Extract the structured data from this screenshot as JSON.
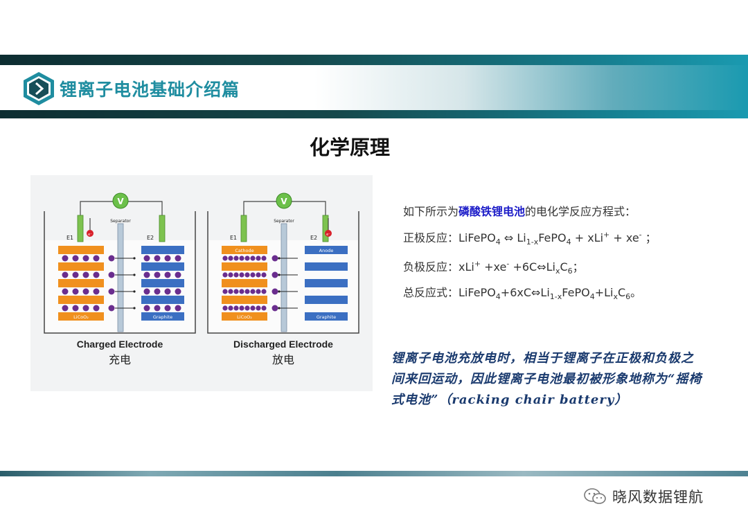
{
  "header": {
    "title": "锂离子电池基础介绍篇",
    "icon": "chevron-right-icon"
  },
  "subtitle": "化学原理",
  "diagram": {
    "charged": {
      "caption_en": "Charged Electrode",
      "caption_zh": "充电",
      "left_label": "E1",
      "right_label": "E2",
      "separator": "Separator",
      "meter": "V",
      "electron": "e⁻",
      "ion": "Li⁺",
      "cathode_material": "LiCoO₂",
      "anode_material": "Graphite"
    },
    "discharged": {
      "caption_en": "Discharged Electrode",
      "caption_zh": "放电",
      "left_label": "E1",
      "right_label": "E2",
      "separator": "Separator",
      "meter": "V",
      "electron": "e⁻",
      "ion": "Li⁺",
      "cathode_top": "Cathode",
      "anode_top": "Anode",
      "cathode_material": "LiCoO₂",
      "anode_material": "Graphite"
    }
  },
  "equations": {
    "intro_prefix": "如下所示为",
    "intro_highlight": "磷酸铁锂电池",
    "intro_suffix": "的电化学反应方程式：",
    "positive_label": "正极反应：",
    "negative_label": "负极反应：",
    "total_label": "总反应式："
  },
  "note": "锂离子电池充放电时，相当于锂离子在正极和负极之间来回运动，因此锂离子电池最初被形象地称为“摇椅式电池”（racking chair battery）",
  "watermark": "晓风数据锂航",
  "colors": {
    "accent": "#1f8da0",
    "highlight": "#1c1cc8",
    "cathode": "#f0901e",
    "anode": "#3b6fc2",
    "ion": "#6a2d8e",
    "note": "#1a3a6e"
  }
}
